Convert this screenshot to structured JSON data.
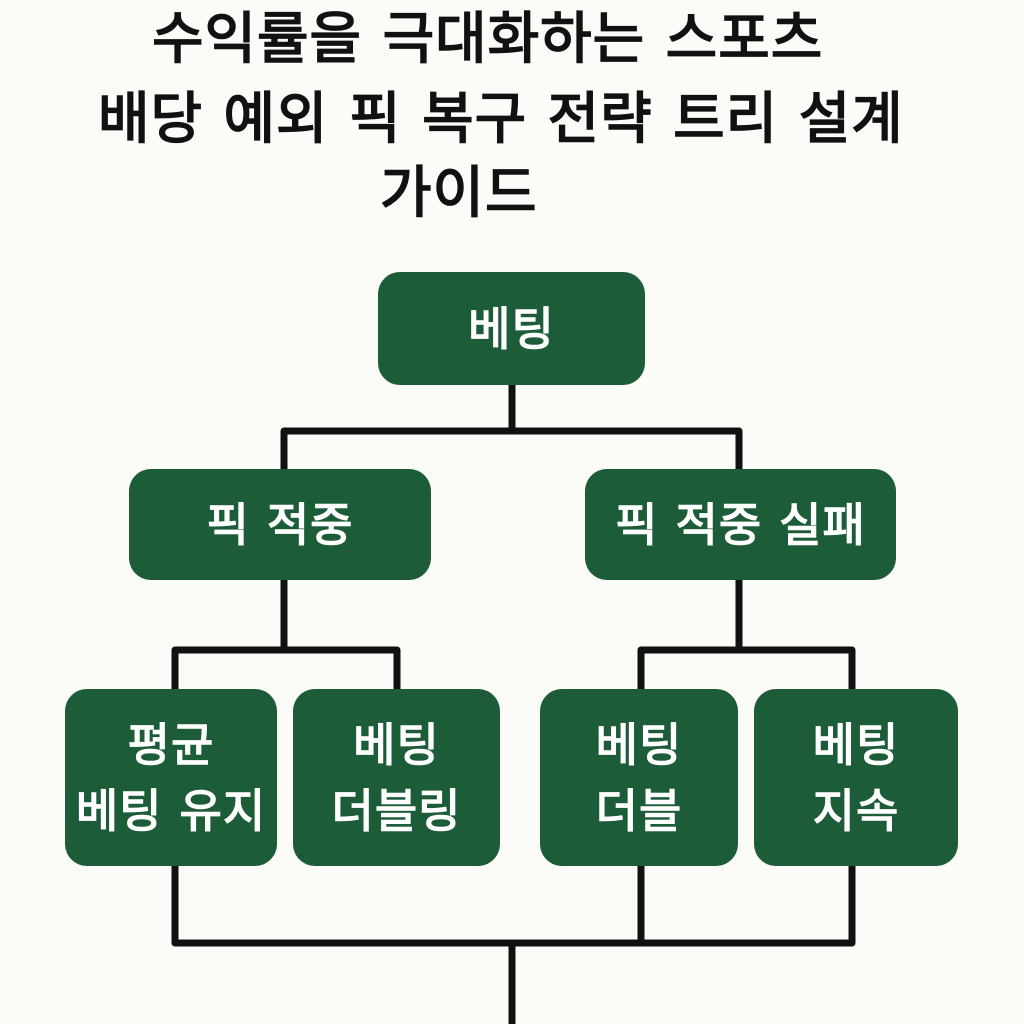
{
  "title": {
    "line1": "수익률을 극대화하는 스포츠",
    "line2": "배당 예외 픽 복구 전략 트리 설계",
    "line3": "가이드"
  },
  "tree": {
    "root": {
      "label": "베팅"
    },
    "branches": [
      {
        "label": "픽 적중",
        "children": [
          {
            "lines": [
              "평균",
              "베팅 유지"
            ]
          },
          {
            "lines": [
              "베팅",
              "더블링"
            ]
          }
        ]
      },
      {
        "label": "픽 적중 실패",
        "children": [
          {
            "lines": [
              "베팅",
              "더블"
            ]
          },
          {
            "lines": [
              "베팅",
              "지속"
            ]
          }
        ]
      }
    ]
  },
  "colors": {
    "node_fill": "#1c5c38",
    "node_text": "#ffffff",
    "connector": "#111111",
    "background": "#fbfbf8"
  }
}
